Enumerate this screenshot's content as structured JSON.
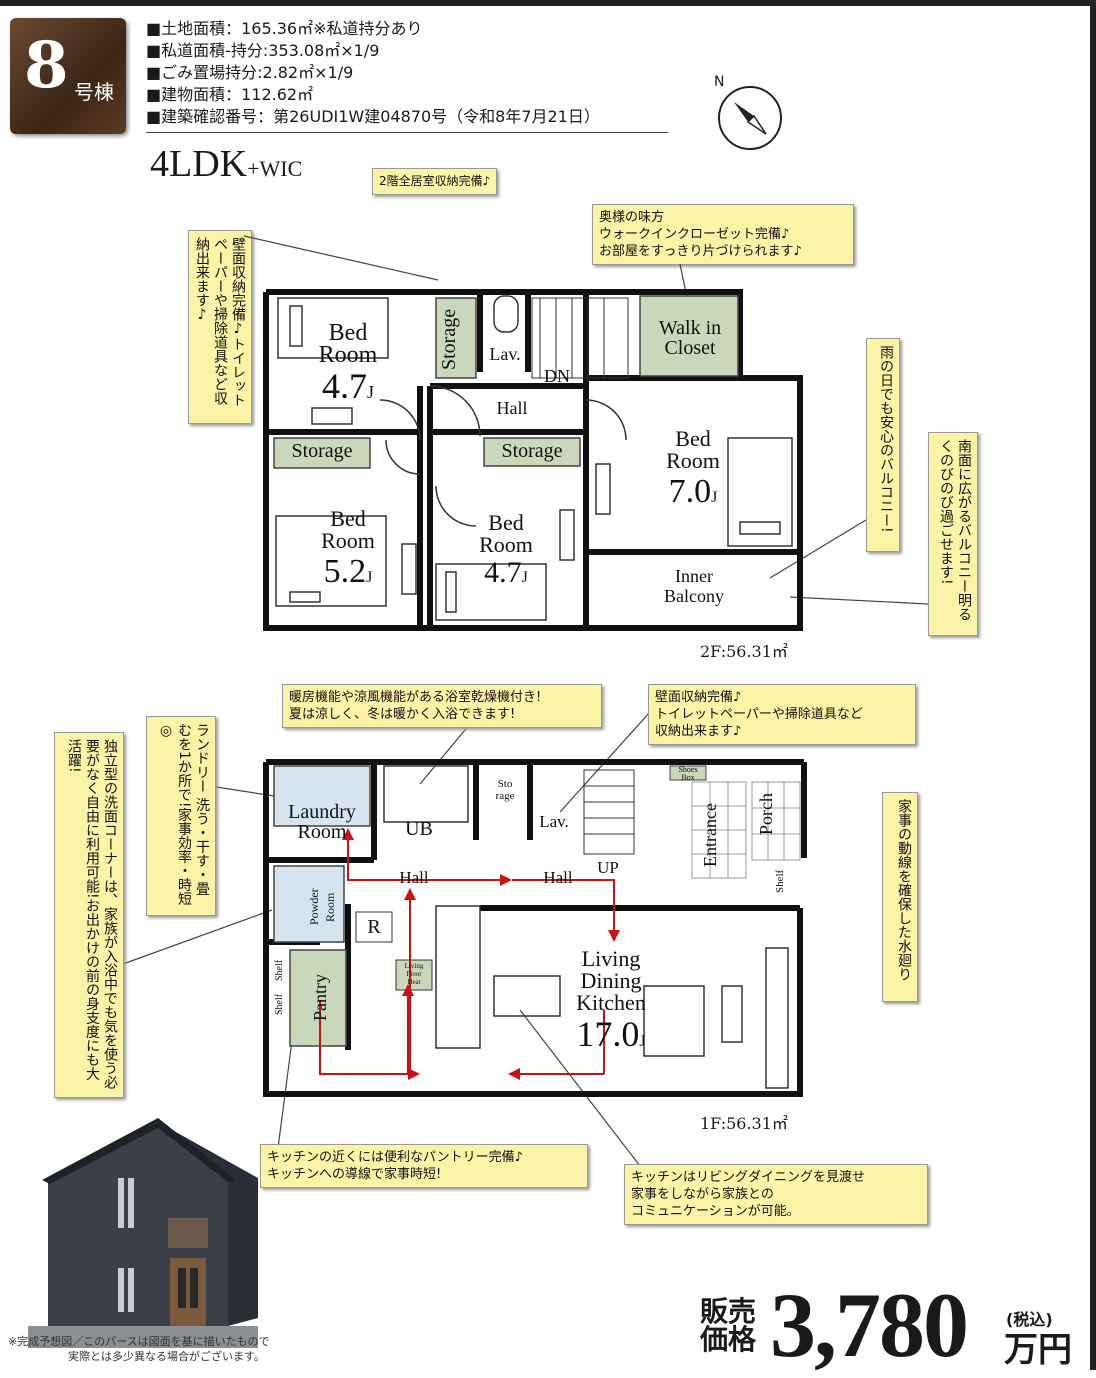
{
  "badge": {
    "number": "8",
    "suffix": "号棟"
  },
  "info": [
    "■土地面積：165.36㎡※私道持分あり",
    "■私道面積-持分:353.08㎡×1/9",
    "■ごみ置場持分:2.82㎡×1/9",
    "■建物面積：112.62㎡",
    "■建築確認番号：第26UDI1W建04870号（令和8年7月21日）"
  ],
  "plan_type": {
    "main": "4LDK",
    "sub": "+WIC"
  },
  "compass": {
    "label": "N"
  },
  "notes": {
    "storage_2f": "2階全居室収納完備♪",
    "wic": [
      "奥様の味方",
      "ウォークインクローゼット完備♪",
      "お部屋をすっきり片づけられます♪"
    ],
    "wall_storage_2f": "壁面収納完備♪トイレットペーパーや掃除道具など収納出来ます♪",
    "balcony_rain": "雨の日でも安心のバルコニー!",
    "balcony_south": "南面に広がるバルコニー明るくのびのび過ごせます!",
    "bath": [
      "暖房機能や涼風機能がある浴室乾燥機付き!",
      "夏は涼しく、冬は暖かく入浴できます!"
    ],
    "wall_storage_1f": [
      "壁面収納完備♪",
      "トイレットペーパーや掃除道具など",
      "収納出来ます♪"
    ],
    "laundry": "ランドリー 洗う・干す・畳むを1か所で!家事効率・時短◎",
    "washroom": "独立型の洗面コーナーは、家族が入浴中でも気を使う必要がなく自由に利用可能!お出かけの前の身支度にも大活躍!",
    "water": "家事の動線を確保した水廻り",
    "pantry": [
      "キッチンの近くには便利なパントリー完備♪",
      "キッチンへの導線で家事時短!"
    ],
    "kitchen": [
      "キッチンはリビングダイニングを見渡せ",
      "家事をしながら家族との",
      "コミュニケーションが可能。"
    ]
  },
  "floor2": {
    "area": "2F:56.31㎡",
    "rooms": {
      "bed1": {
        "name1": "Bed",
        "name2": "Room",
        "size": "4.7",
        "unit": "J"
      },
      "bed2": {
        "name1": "Bed",
        "name2": "Room",
        "size": "5.2",
        "unit": "J"
      },
      "bed3": {
        "name1": "Bed",
        "name2": "Room",
        "size": "4.7",
        "unit": "J"
      },
      "bed4": {
        "name1": "Bed",
        "name2": "Room",
        "size": "7.0",
        "unit": "J"
      },
      "storage1": "Storage",
      "storage2": "Storage",
      "storage3": "Storage",
      "lav": "Lav.",
      "dn": "DN",
      "hall": "Hall",
      "wic1": "Walk in",
      "wic2": "Closet",
      "balcony1": "Inner",
      "balcony2": "Balcony"
    }
  },
  "floor1": {
    "area": "1F:56.31㎡",
    "rooms": {
      "laundry1": "Laundry",
      "laundry2": "Room",
      "ub": "UB",
      "storage1": "Sto",
      "storage2": "rage",
      "lav": "Lav.",
      "shoes1": "Shoes",
      "shoes2": "Box",
      "entrance": "Entrance",
      "porch": "Porch",
      "shelf": "Shelf",
      "hall1": "Hall",
      "hall2": "Hall",
      "up": "UP",
      "powder1": "Powder",
      "powder2": "Room",
      "r": "R",
      "pantry": "Pantry",
      "shelf_a": "Shelf",
      "shelf_b": "Shelf",
      "heat1": "Living",
      "heat2": "Floor",
      "heat3": "Heat",
      "ldk1": "Living",
      "ldk2": "Dining",
      "ldk3": "Kitchen",
      "ldk_size": "17.0",
      "ldk_unit": "J"
    }
  },
  "disclaimer": [
    "※完成予想図／このパースは図面を基に描いたもので",
    "実際とは多少異なる場合がございます。"
  ],
  "price": {
    "label1": "販売",
    "label2": "価格",
    "value": "3,780",
    "tax": "(税込)",
    "unit": "万円"
  }
}
